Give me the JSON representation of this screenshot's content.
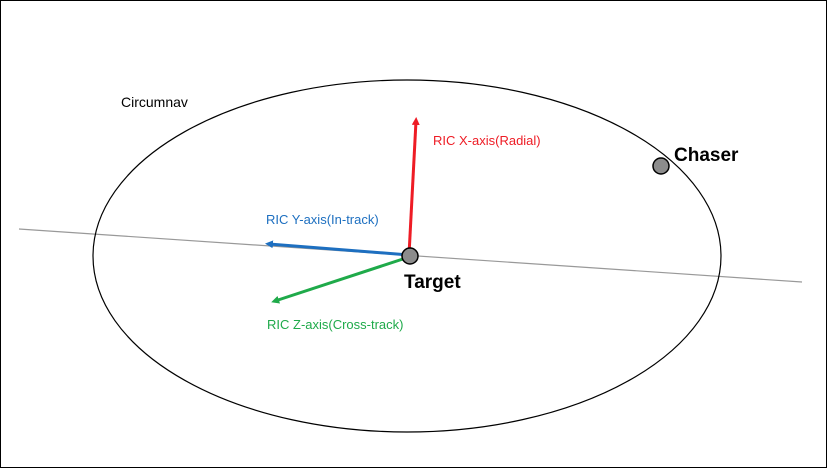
{
  "diagram": {
    "labels": {
      "orbit": "Circumnav",
      "chaser": "Chaser",
      "target": "Target",
      "x_axis": "RIC X-axis(Radial)",
      "y_axis": "RIC Y-axis(In-track)",
      "z_axis": "RIC Z-axis(Cross-track)"
    },
    "colors": {
      "x_axis": "#ee1c25",
      "y_axis": "#1d6fc0",
      "z_axis": "#1faa4a",
      "orbit": "#000000",
      "track_line": "#999999",
      "body_fill": "#8c8c8c"
    },
    "shapes": {
      "orbit": "ellipse",
      "target": "circle",
      "chaser": "circle"
    }
  }
}
